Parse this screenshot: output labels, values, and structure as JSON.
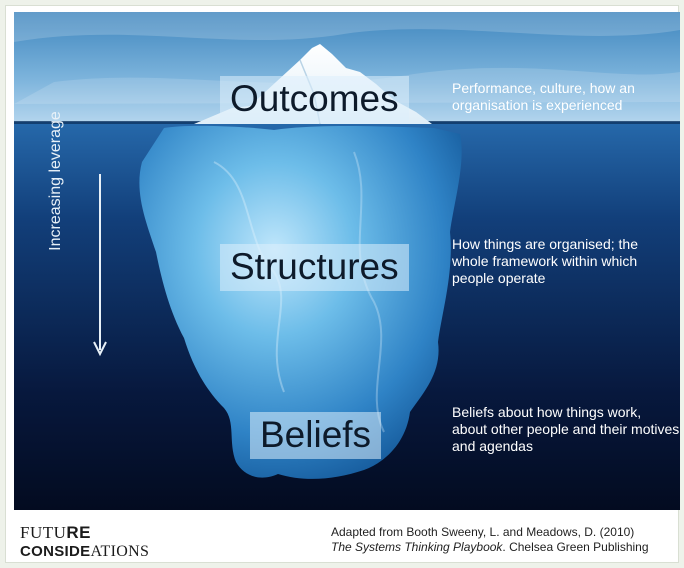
{
  "levels": [
    {
      "label": "Outcomes",
      "description": "Performance, culture, how an organisation is experienced"
    },
    {
      "label": "Structures",
      "description": "How things are organised; the whole framework within which people operate"
    },
    {
      "label": "Beliefs",
      "description": "Beliefs about how things work, about other people and their motives and agendas"
    }
  ],
  "leverage": {
    "label": "Increasing leverage",
    "direction": "down"
  },
  "logo": {
    "line1_a": "FUTU",
    "line1_b": "RE",
    "line2_a": "CONSIDE",
    "line2_b": "ATIONS"
  },
  "citation": {
    "line1": "Adapted from Booth Sweeny, L. and Meadows, D. (2010)",
    "book": "The Systems Thinking Playbook",
    "line2_rest": ". Chelsea Green Publishing"
  },
  "colors": {
    "sky_top": "#4d93c7",
    "sky_bottom": "#a7cde8",
    "water_top": "#1f5ea1",
    "water_bottom": "#040d24",
    "ice": "#6fbbe6",
    "label_bg": "#dceefc"
  }
}
